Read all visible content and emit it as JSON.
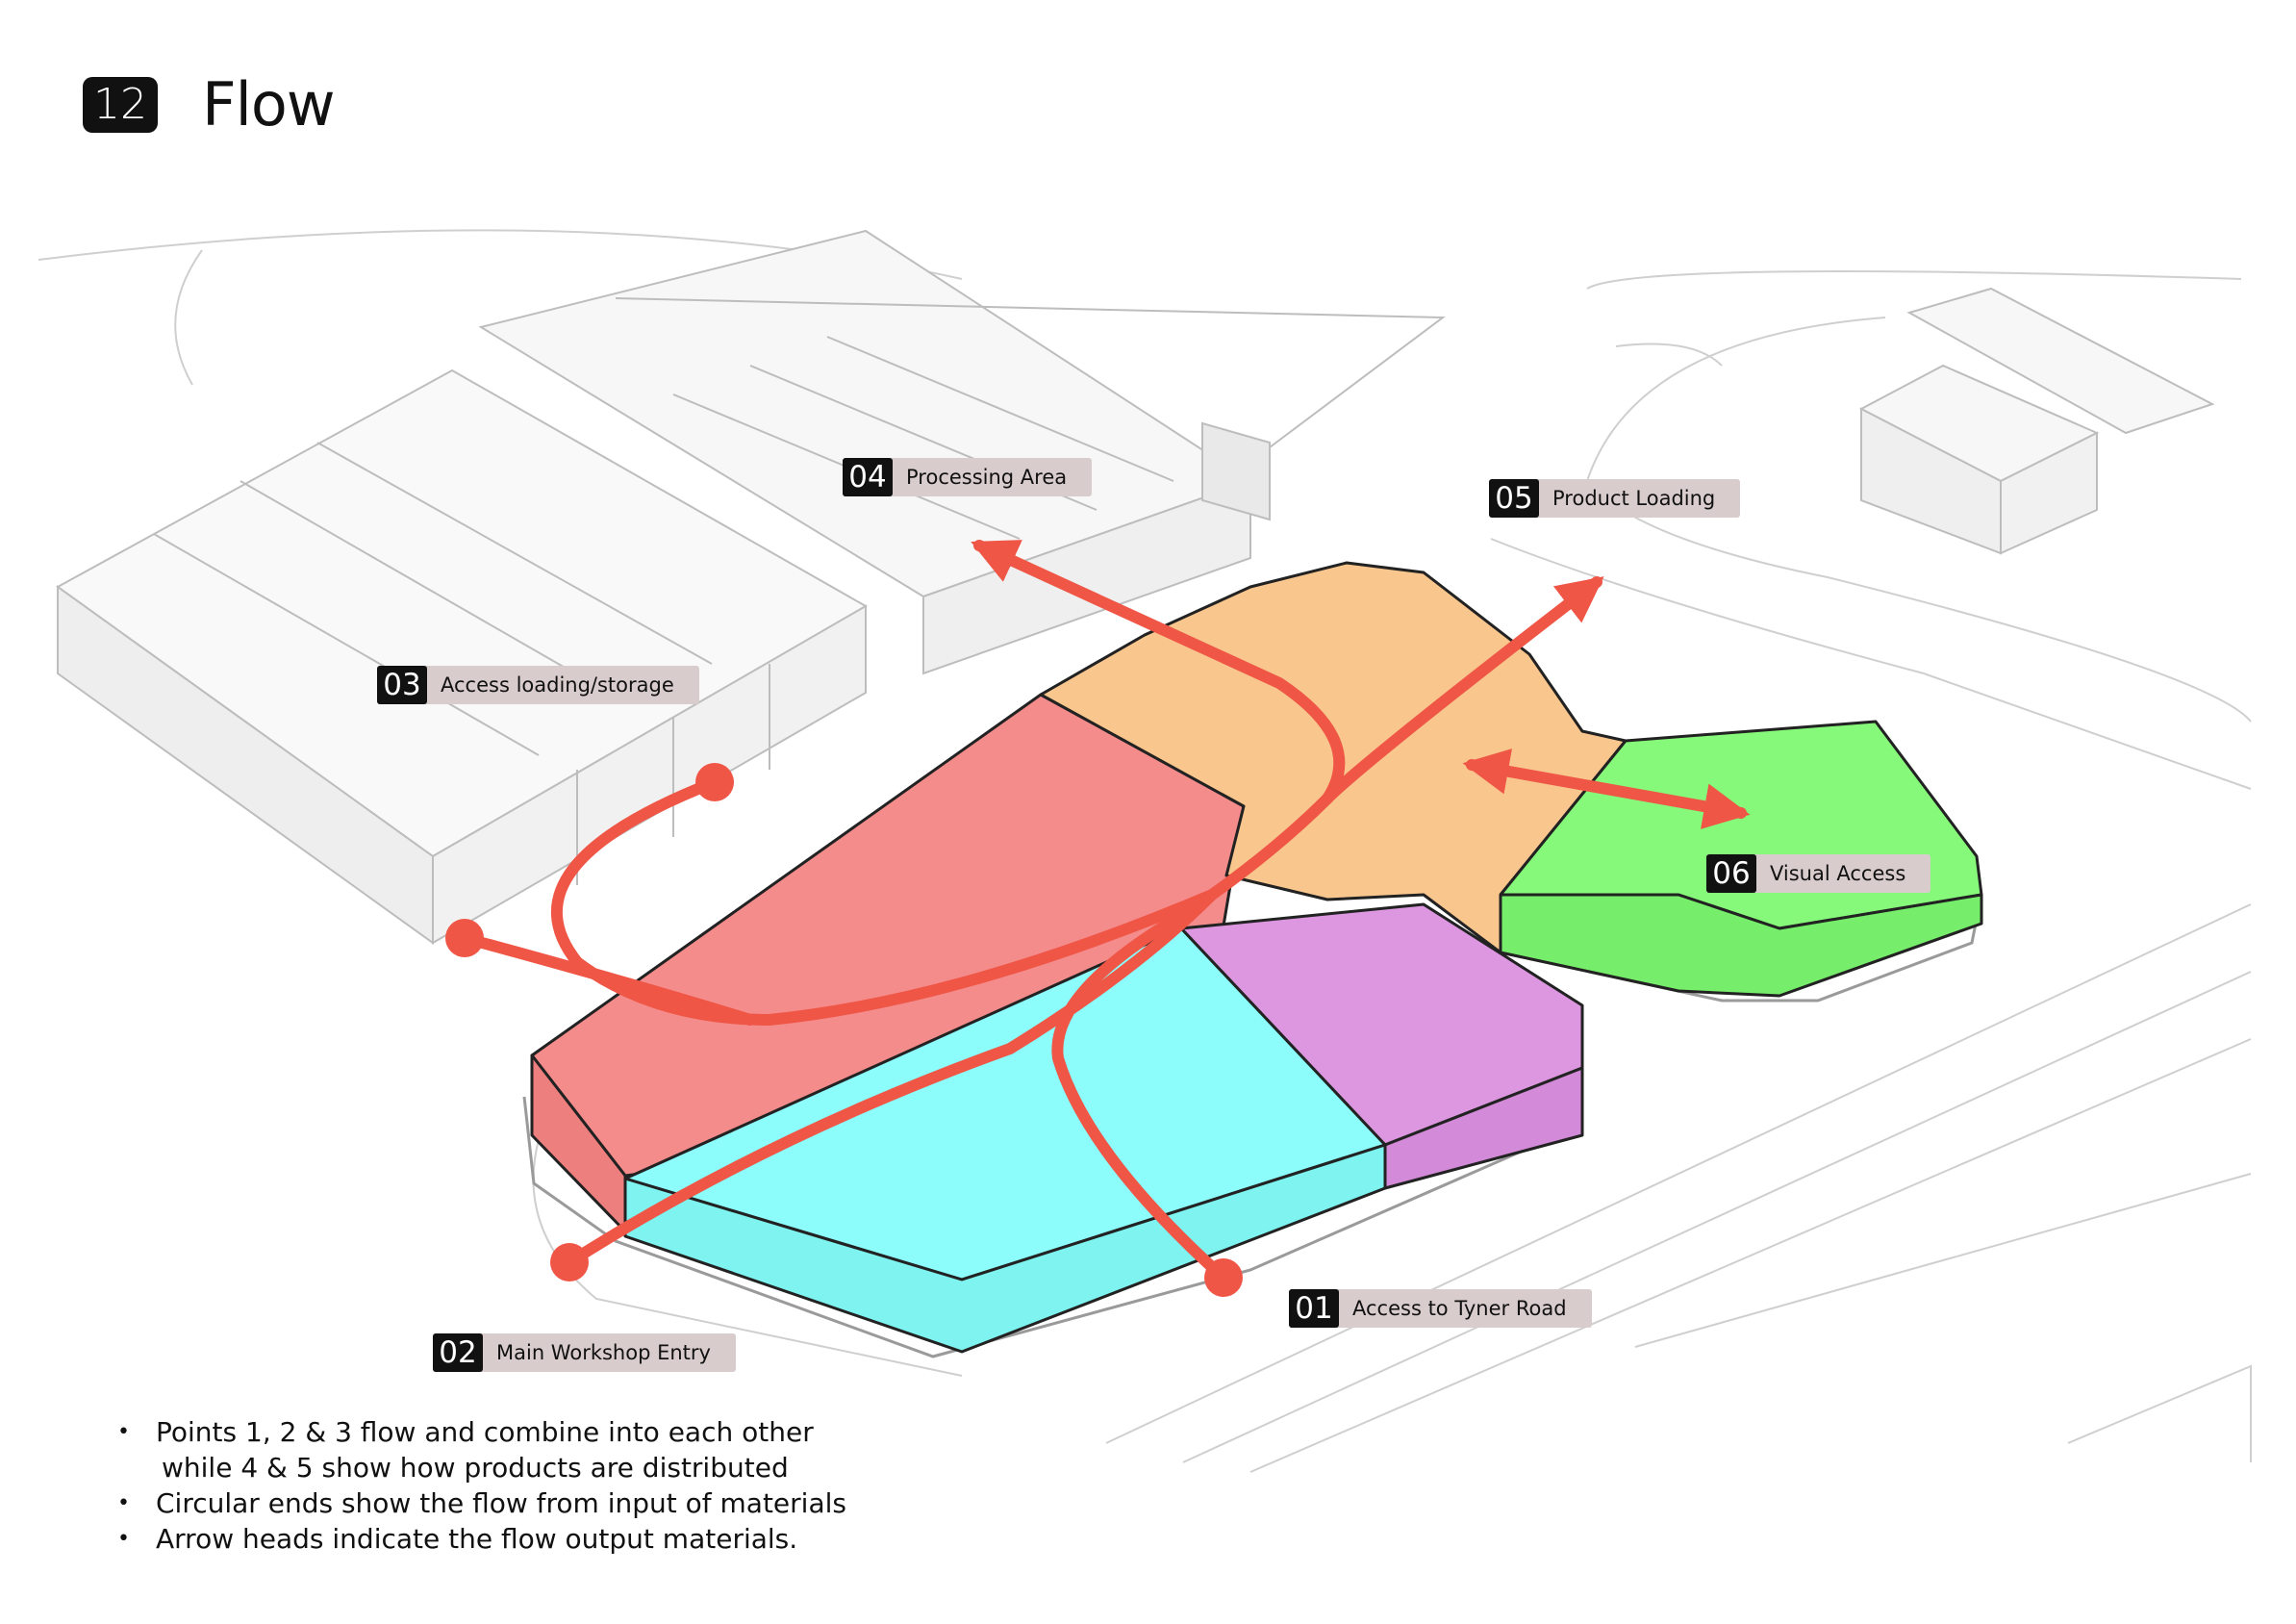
{
  "header": {
    "section_number": "12",
    "title": "Flow"
  },
  "labels": [
    {
      "id": "01",
      "text": "Access to Tyner Road"
    },
    {
      "id": "02",
      "text": "Main Workshop Entry"
    },
    {
      "id": "03",
      "text": "Access loading/storage"
    },
    {
      "id": "04",
      "text": "Processing Area"
    },
    {
      "id": "05",
      "text": "Product Loading"
    },
    {
      "id": "06",
      "text": "Visual Access"
    }
  ],
  "notes": [
    {
      "line1": "Points 1, 2 & 3 flow and combine into each other",
      "line2": "while 4 & 5 show how products are distributed"
    },
    {
      "line1": "Circular ends show the flow from input of materials",
      "line2": ""
    },
    {
      "line1": "Arrow heads indicate the flow output materials.",
      "line2": ""
    }
  ],
  "colors": {
    "flow": "#ef5646",
    "zone_red": "#f48c8c",
    "zone_orange": "#f9c68e",
    "zone_green": "#86f97a",
    "zone_cyan": "#8cfdfb",
    "zone_purple": "#dc97e0",
    "label_bg": "#d9cccd"
  }
}
